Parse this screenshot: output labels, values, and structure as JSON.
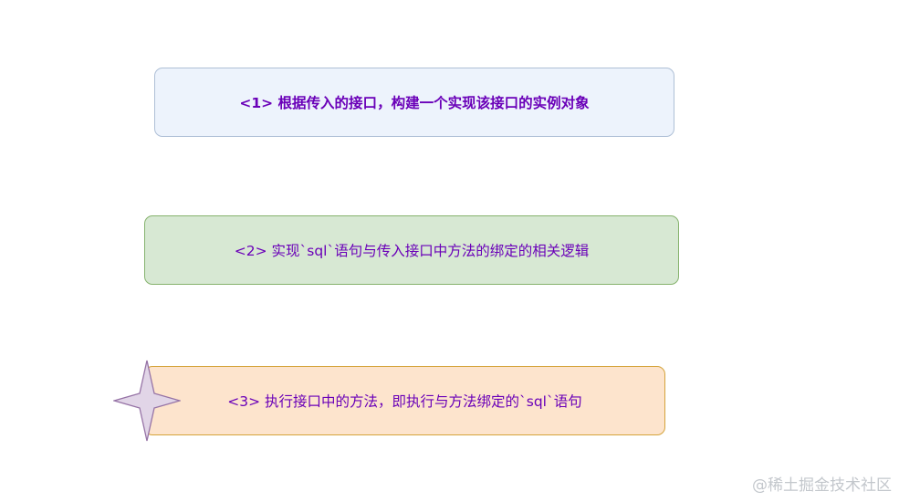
{
  "steps": [
    {
      "label": "<1> 根据传入的接口，构建一个实现该接口的实例对象"
    },
    {
      "label": "<2> 实现`sql`语句与传入接口中方法的绑定的相关逻辑"
    },
    {
      "label": "<3> 执行接口中的方法，即执行与方法绑定的`sql`语句"
    }
  ],
  "watermark": "@稀土掘金技术社区",
  "colors": {
    "text": "#6a00b8",
    "step1_fill": "#edf3fc",
    "step2_fill": "#d7e8d3",
    "step3_fill": "#fde4cd",
    "star_fill": "#e1d5e7"
  }
}
